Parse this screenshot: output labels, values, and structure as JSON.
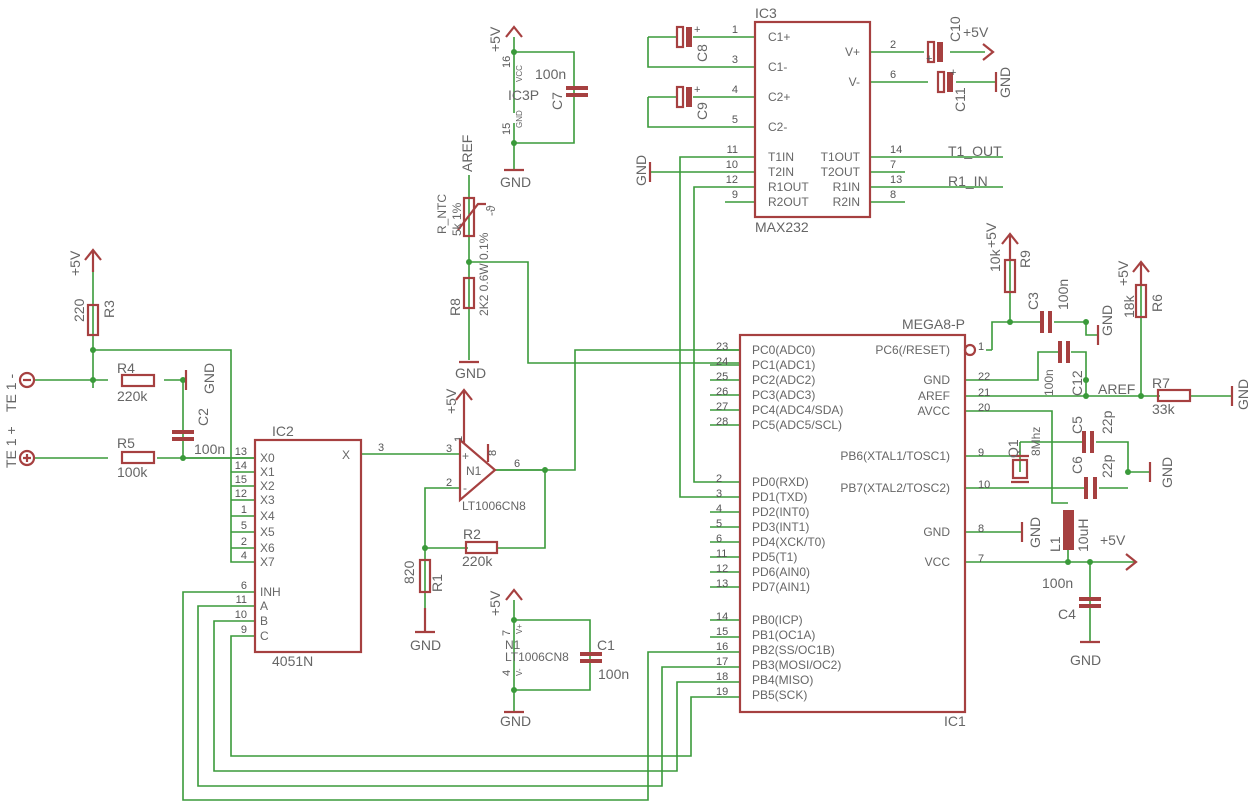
{
  "ic1": {
    "name": "MEGA8-P",
    "ref": "IC1",
    "left_pins": [
      {
        "num": "23",
        "label": "PC0(ADC0)"
      },
      {
        "num": "24",
        "label": "PC1(ADC1)"
      },
      {
        "num": "25",
        "label": "PC2(ADC2)"
      },
      {
        "num": "26",
        "label": "PC3(ADC3)"
      },
      {
        "num": "27",
        "label": "PC4(ADC4/SDA)"
      },
      {
        "num": "28",
        "label": "PC5(ADC5/SCL)"
      },
      {
        "num": "2",
        "label": "PD0(RXD)"
      },
      {
        "num": "3",
        "label": "PD1(TXD)"
      },
      {
        "num": "4",
        "label": "PD2(INT0)"
      },
      {
        "num": "5",
        "label": "PD3(INT1)"
      },
      {
        "num": "6",
        "label": "PD4(XCK/T0)"
      },
      {
        "num": "11",
        "label": "PD5(T1)"
      },
      {
        "num": "12",
        "label": "PD6(AIN0)"
      },
      {
        "num": "13",
        "label": "PD7(AIN1)"
      },
      {
        "num": "14",
        "label": "PB0(ICP)"
      },
      {
        "num": "15",
        "label": "PB1(OC1A)"
      },
      {
        "num": "16",
        "label": "PB2(SS/OC1B)"
      },
      {
        "num": "17",
        "label": "PB3(MOSI/OC2)"
      },
      {
        "num": "18",
        "label": "PB4(MISO)"
      },
      {
        "num": "19",
        "label": "PB5(SCK)"
      }
    ],
    "right_pins": [
      {
        "num": "1",
        "label": "PC6(/RESET)"
      },
      {
        "num": "22",
        "label": "GND"
      },
      {
        "num": "21",
        "label": "AREF"
      },
      {
        "num": "20",
        "label": "AVCC"
      },
      {
        "num": "9",
        "label": "PB6(XTAL1/TOSC1)"
      },
      {
        "num": "10",
        "label": "PB7(XTAL2/TOSC2)"
      },
      {
        "num": "8",
        "label": "GND"
      },
      {
        "num": "7",
        "label": "VCC"
      }
    ]
  },
  "ic2": {
    "name": "4051N",
    "ref": "IC2",
    "left_pins": [
      {
        "num": "13",
        "label": "X0"
      },
      {
        "num": "14",
        "label": "X1"
      },
      {
        "num": "15",
        "label": "X2"
      },
      {
        "num": "12",
        "label": "X3"
      },
      {
        "num": "1",
        "label": "X4"
      },
      {
        "num": "5",
        "label": "X5"
      },
      {
        "num": "2",
        "label": "X6"
      },
      {
        "num": "4",
        "label": "X7"
      },
      {
        "num": "6",
        "label": "INH"
      },
      {
        "num": "11",
        "label": "A"
      },
      {
        "num": "10",
        "label": "B"
      },
      {
        "num": "9",
        "label": "C"
      }
    ],
    "out_label": "X",
    "out_num": "3"
  },
  "ic3": {
    "name": "MAX232",
    "ref": "IC3",
    "left_pins": [
      {
        "num": "1",
        "label": "C1+"
      },
      {
        "num": "3",
        "label": "C1-"
      },
      {
        "num": "4",
        "label": "C2+"
      },
      {
        "num": "5",
        "label": "C2-"
      },
      {
        "num": "11",
        "label": "T1IN"
      },
      {
        "num": "10",
        "label": "T2IN"
      },
      {
        "num": "12",
        "label": "R1OUT"
      },
      {
        "num": "9",
        "label": "R2OUT"
      }
    ],
    "right_pins": [
      {
        "num": "2",
        "label": "V+"
      },
      {
        "num": "6",
        "label": "V-"
      },
      {
        "num": "14",
        "label": "T1OUT"
      },
      {
        "num": "7",
        "label": "T2OUT"
      },
      {
        "num": "13",
        "label": "R1IN"
      },
      {
        "num": "8",
        "label": "R2IN"
      }
    ],
    "t1_out_net": "T1_OUT",
    "r1_in_net": "R1_IN"
  },
  "ic3p": {
    "ref": "IC3P",
    "vcc_pin": "16",
    "gnd_pin": "15",
    "vcc": "VCC",
    "gnd": "GND"
  },
  "opamp": {
    "ref": "N1",
    "part": "LT1006CN8",
    "pin_plus": "3",
    "pin_minus": "2",
    "pin_out": "6",
    "pin_top": "1",
    "pin_top2": "8",
    "plus_sign": "+",
    "minus_sign": "-"
  },
  "opamp_power": {
    "ref": "N1",
    "part": "LT1006CN8",
    "pin_v_plus": "7",
    "pin_v_minus": "4",
    "v_plus": "V+",
    "v_minus": "V-"
  },
  "resistors": {
    "r1": {
      "name": "R1",
      "value": "820"
    },
    "r2": {
      "name": "R2",
      "value": "220k"
    },
    "r3": {
      "name": "R3",
      "value": "220"
    },
    "r4": {
      "name": "R4",
      "value": "220k"
    },
    "r5": {
      "name": "R5",
      "value": "100k"
    },
    "r6": {
      "name": "R6",
      "value": "18k"
    },
    "r7": {
      "name": "R7",
      "value": "33k"
    },
    "r8": {
      "name": "R8",
      "value": "2K2 0.6W 0.1%"
    },
    "r9": {
      "name": "R9",
      "value": "10k"
    },
    "rntc": {
      "name": "R_NTC",
      "value": "5k 1%",
      "theta": "-ϑ"
    }
  },
  "capacitors": {
    "c1": {
      "name": "C1",
      "value": "100n"
    },
    "c2": {
      "name": "C2",
      "value": "100n"
    },
    "c3": {
      "name": "C3",
      "value": "100n"
    },
    "c4": {
      "name": "C4",
      "value": "100n"
    },
    "c5": {
      "name": "C5",
      "value": "22p"
    },
    "c6": {
      "name": "C6",
      "value": "22p"
    },
    "c7": {
      "name": "C7",
      "value": "100n"
    },
    "c8": {
      "name": "C8"
    },
    "c9": {
      "name": "C9"
    },
    "c10": {
      "name": "C10"
    },
    "c11": {
      "name": "C11"
    },
    "c12": {
      "name": "C12",
      "value": "100n"
    }
  },
  "crystal": {
    "name": "Q1",
    "value": "8Mhz"
  },
  "inductor": {
    "name": "L1",
    "value": "10uH"
  },
  "connectors": {
    "te1_minus": "TE 1 -",
    "te1_plus": "TE 1 +"
  },
  "nets": {
    "vcc": "+5V",
    "gnd": "GND",
    "aref": "AREF"
  },
  "polarity": {
    "plus": "+"
  }
}
